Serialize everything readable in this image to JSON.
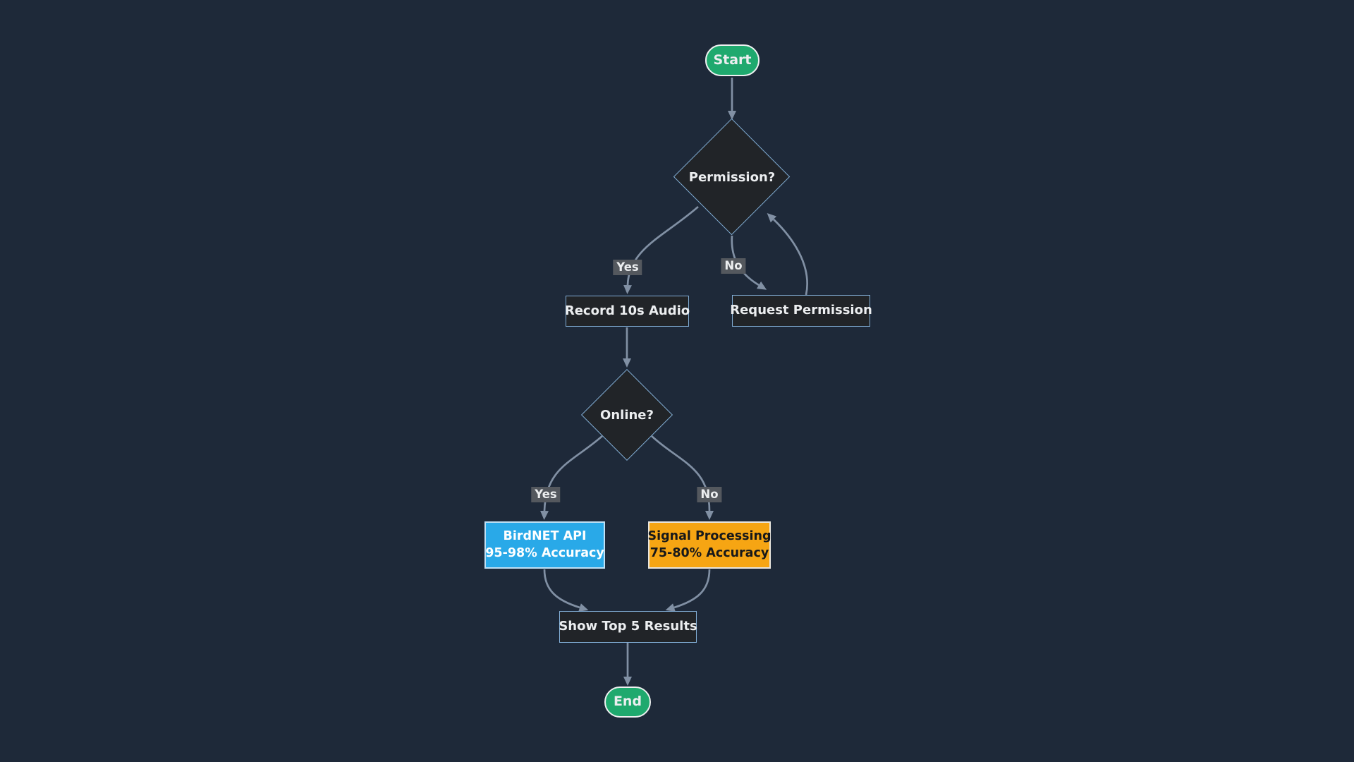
{
  "colors": {
    "background": "#1e2939",
    "node_fill": "#212428",
    "node_border": "#82aed6",
    "terminal_fill": "#1fa96e",
    "terminal_border": "#eef1f1",
    "api_fill": "#29a9e8",
    "api_border": "#bfe0f5",
    "processing_fill": "#f6a513",
    "processing_border": "#e9e6df",
    "edge": "#8190a4",
    "edge_label_bg": "#54585e",
    "text_light": "#eceef0",
    "text_dark": "#17181a"
  },
  "nodes": {
    "start": {
      "label": "Start"
    },
    "permission": {
      "label": "Permission?"
    },
    "record": {
      "label": "Record 10s Audio"
    },
    "request": {
      "label": "Request Permission"
    },
    "online": {
      "label": "Online?"
    },
    "birdnet": {
      "line1": "BirdNET API",
      "line2": "95-98% Accuracy"
    },
    "signal": {
      "line1": "Signal Processing",
      "line2": "75-80% Accuracy"
    },
    "show_results": {
      "label": "Show Top 5 Results"
    },
    "end": {
      "label": "End"
    }
  },
  "edge_labels": {
    "permission_yes": "Yes",
    "permission_no": "No",
    "online_yes": "Yes",
    "online_no": "No"
  },
  "edges": [
    {
      "from": "Start",
      "to": "Permission?",
      "label": ""
    },
    {
      "from": "Permission?",
      "to": "Record 10s Audio",
      "label": "Yes"
    },
    {
      "from": "Permission?",
      "to": "Request Permission",
      "label": "No"
    },
    {
      "from": "Request Permission",
      "to": "Permission?",
      "label": ""
    },
    {
      "from": "Record 10s Audio",
      "to": "Online?",
      "label": ""
    },
    {
      "from": "Online?",
      "to": "BirdNET API 95-98% Accuracy",
      "label": "Yes"
    },
    {
      "from": "Online?",
      "to": "Signal Processing 75-80% Accuracy",
      "label": "No"
    },
    {
      "from": "BirdNET API 95-98% Accuracy",
      "to": "Show Top 5 Results",
      "label": ""
    },
    {
      "from": "Signal Processing 75-80% Accuracy",
      "to": "Show Top 5 Results",
      "label": ""
    },
    {
      "from": "Show Top 5 Results",
      "to": "End",
      "label": ""
    }
  ]
}
